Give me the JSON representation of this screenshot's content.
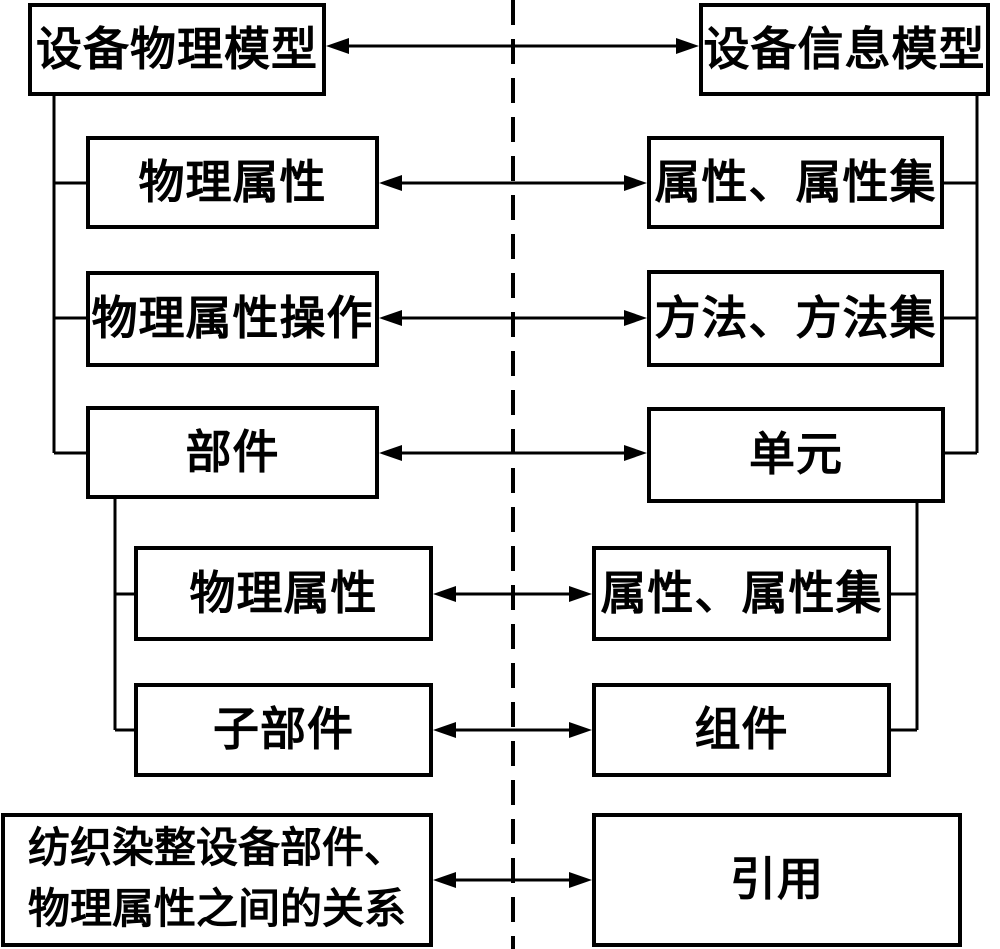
{
  "colors": {
    "line": "#000000",
    "box_border": "#000000",
    "box_fill": "#ffffff",
    "background": "#ffffff"
  },
  "divider": {
    "style": "dashed-vertical",
    "meaning": "boundary between physical model side and information model side"
  },
  "nodes": {
    "l1": "设备物理模型",
    "r1": "设备信息模型",
    "l2": "物理属性",
    "r2": "属性、属性集",
    "l3": "物理属性操作",
    "r3": "方法、方法集",
    "l4": "部件",
    "r4": "单元",
    "l5": "物理属性",
    "r5": "属性、属性集",
    "l6": "子部件",
    "r6": "组件",
    "l7": "纺织染整设备部件、\n物理属性之间的关系",
    "r7": "引用"
  },
  "relations": [
    {
      "left": "设备物理模型",
      "right": "设备信息模型",
      "arrow": "bidirectional"
    },
    {
      "left": "物理属性",
      "right": "属性、属性集",
      "arrow": "bidirectional"
    },
    {
      "left": "物理属性操作",
      "right": "方法、方法集",
      "arrow": "bidirectional"
    },
    {
      "left": "部件",
      "right": "单元",
      "arrow": "bidirectional"
    },
    {
      "left": "物理属性",
      "right": "属性、属性集",
      "arrow": "bidirectional"
    },
    {
      "left": "子部件",
      "right": "组件",
      "arrow": "bidirectional"
    },
    {
      "left": "纺织染整设备部件、物理属性之间的关系",
      "right": "引用",
      "arrow": "bidirectional"
    }
  ],
  "hierarchy": {
    "设备物理模型": [
      "物理属性",
      "物理属性操作",
      "部件"
    ],
    "部件": [
      "物理属性",
      "子部件"
    ],
    "设备信息模型": [
      "属性、属性集",
      "方法、方法集",
      "单元"
    ],
    "单元": [
      "属性、属性集",
      "组件"
    ]
  }
}
